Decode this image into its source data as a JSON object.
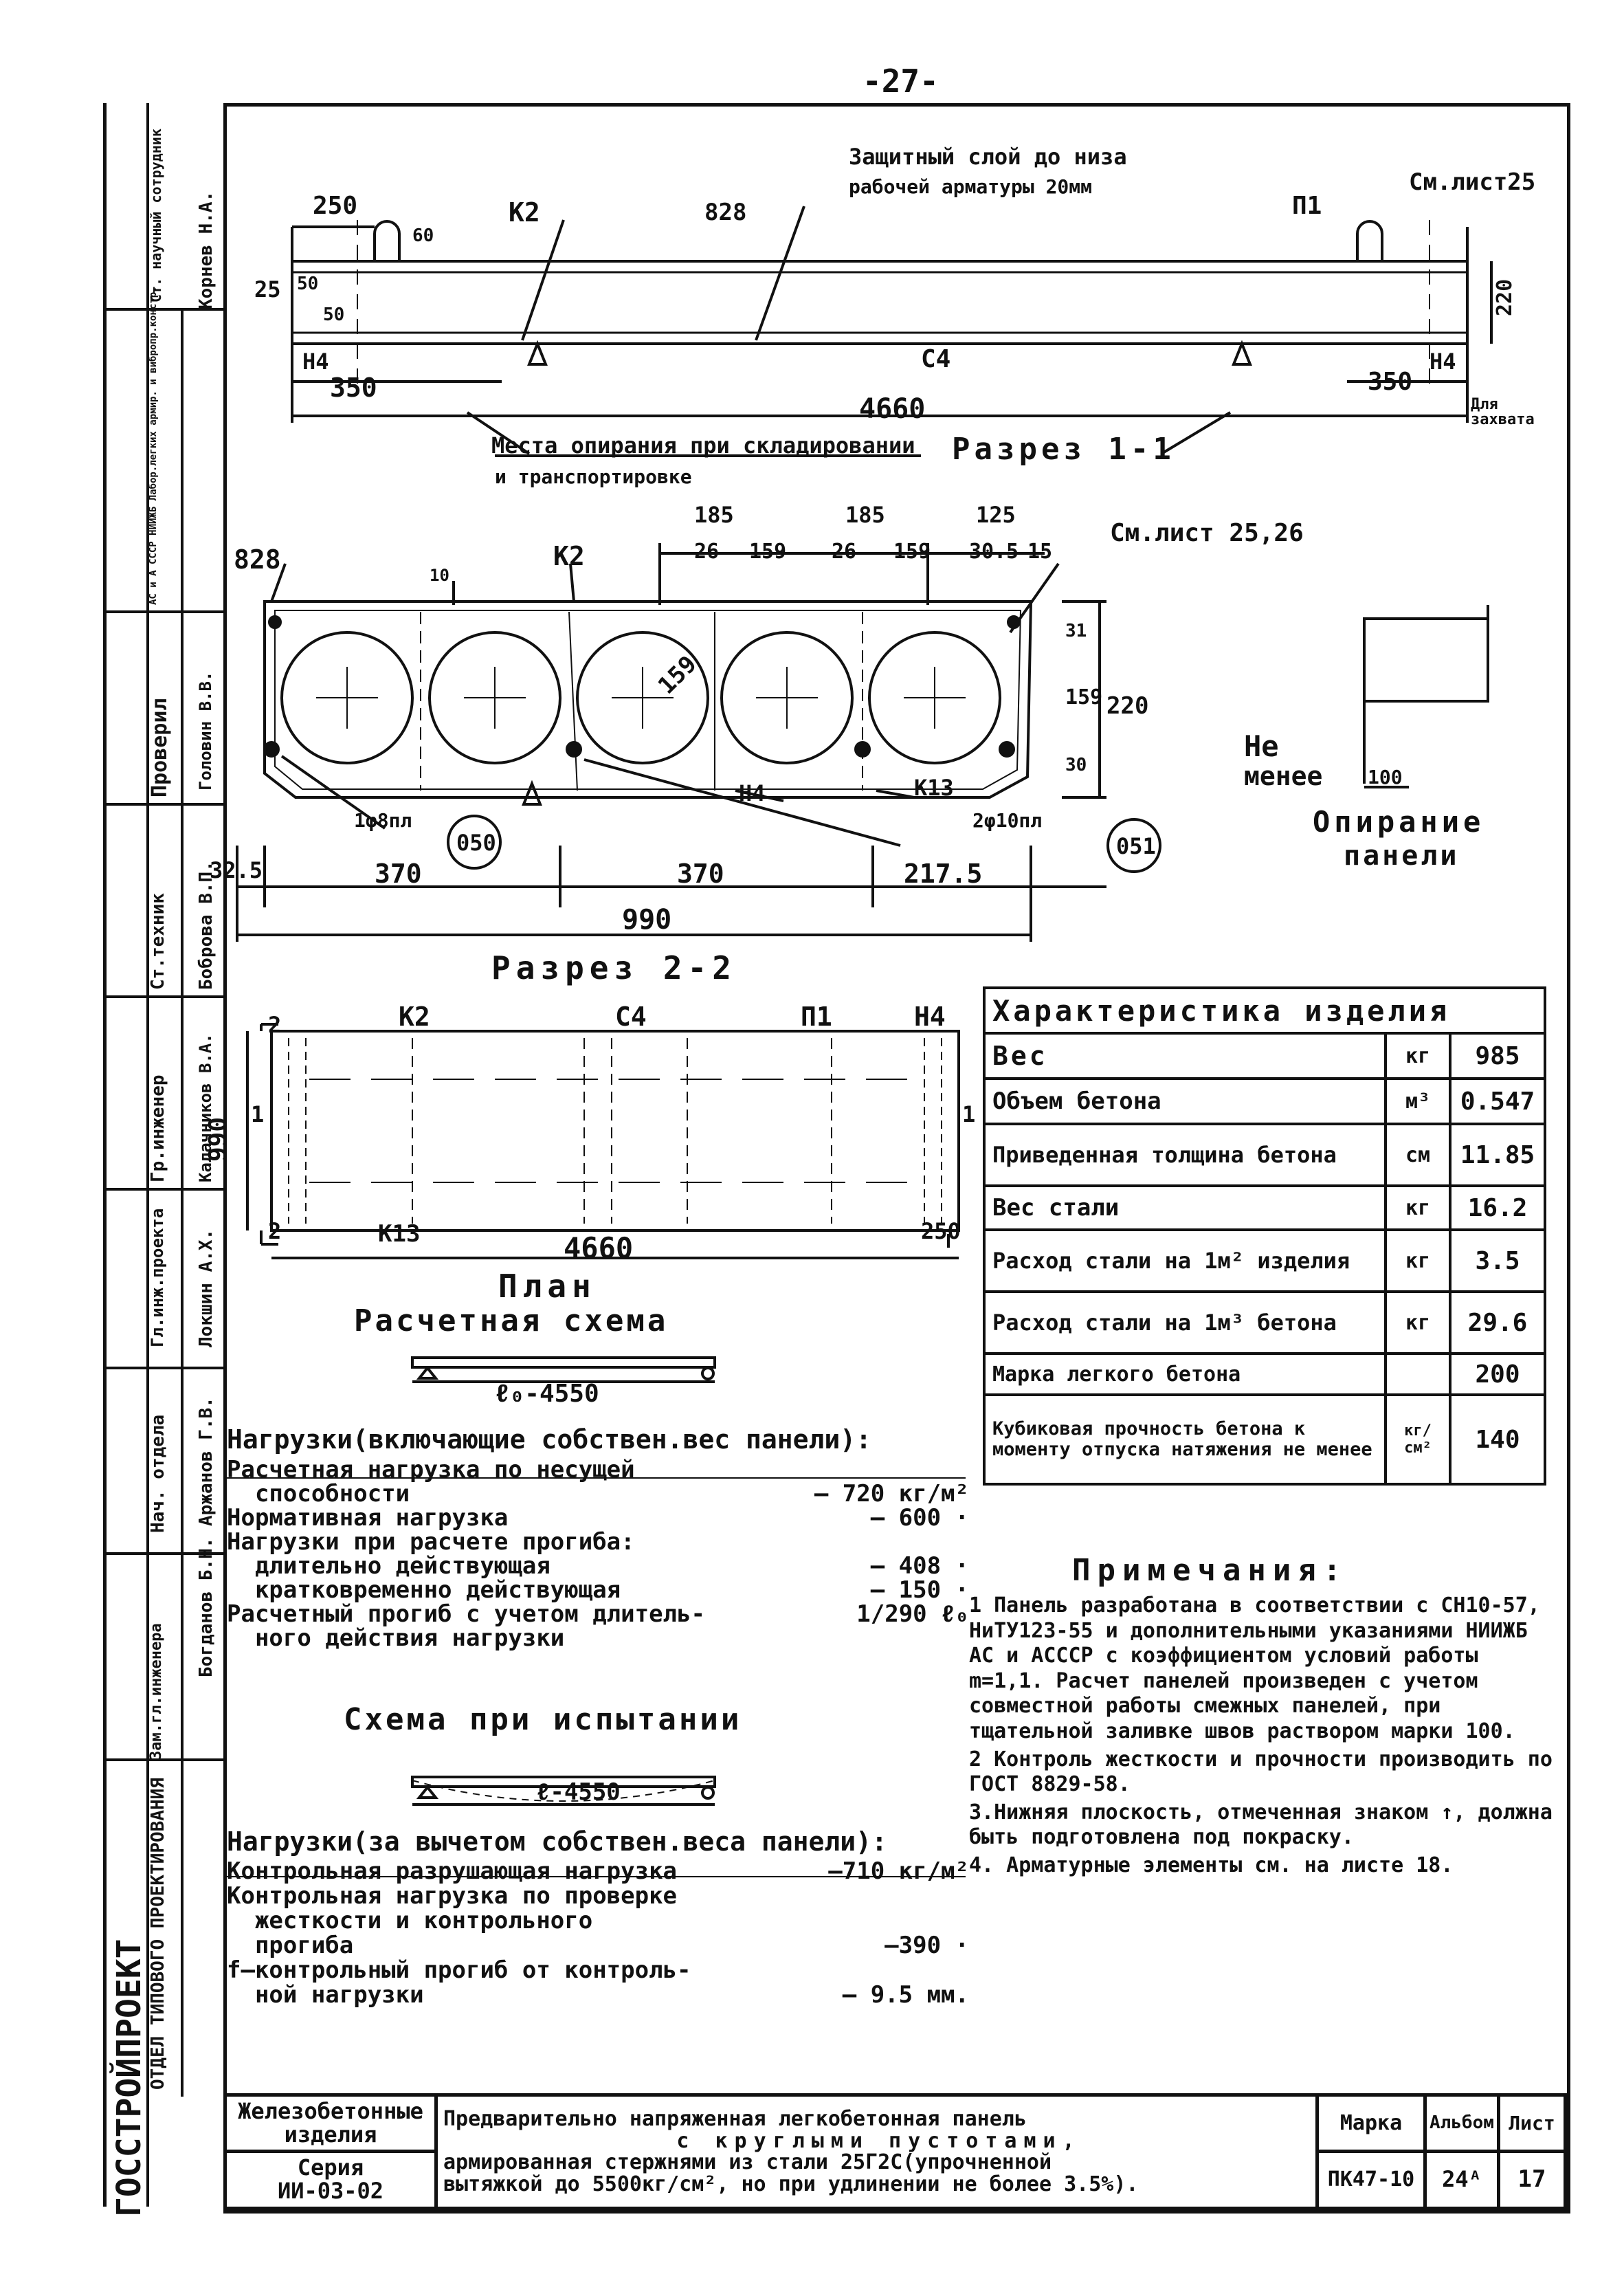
{
  "page_number": "-27-",
  "stamp": {
    "org": "ГОССТРОЙПРОЕКТ",
    "dept": "ОТДЕЛ ТИПОВОГО ПРОЕКТИРОВАНИЯ",
    "roles": [
      "Зам.гл.инженера",
      "Нач. отдела",
      "Гл.инж.проекта",
      "Гр.инженер",
      "Ст.техник",
      "Проверил",
      "АС и А СССР НИИЖБ Лабор.легких армир. и вибропр.констр.",
      "Ст. научный сотрудник"
    ],
    "names": [
      "Богданов Б.Н.",
      "Аржанов Г.В.",
      "Локшин А.Х.",
      "Калачников В.А.",
      "Боброва В.П.",
      "Головин В.В.",
      "",
      "Корнев Н.А."
    ]
  },
  "top": {
    "note_protective": [
      "Защитный слой до низа",
      "рабочей арматуры 20мм"
    ],
    "see_sheet": "См.лист25",
    "dims": [
      "250",
      "60",
      "25",
      "50",
      "50",
      "К2",
      "828",
      "П1",
      "220",
      "Н4",
      "350",
      "С4",
      "4660",
      "Для захвата"
    ],
    "support_note": [
      "Места опирания при складировании",
      "и транспортировке"
    ],
    "section_title": "Разрез 1-1"
  },
  "section": {
    "top_dims": [
      "185",
      "185",
      "125",
      "26",
      "159",
      "26",
      "159",
      "30.5",
      "15"
    ],
    "see_sheet": "См.лист 25,26",
    "labels": [
      "828",
      "К2",
      "10",
      "159",
      "31",
      "159",
      "30",
      "220",
      "Н4",
      "К13",
      "1φ8пл",
      "050",
      "2φ10пл",
      "051"
    ],
    "bottom_dims": [
      "32.5",
      "370",
      "370",
      "217.5",
      "990"
    ],
    "title": "Разрез 2-2"
  },
  "support": {
    "text1": "Не",
    "text2": "менее",
    "dim": "100",
    "title1": "Опирание",
    "title2": "панели"
  },
  "plan": {
    "labels": [
      "2",
      "К2",
      "С4",
      "П1",
      "Н4",
      "1",
      "1",
      "990",
      "2",
      "К13",
      "4660",
      "250"
    ],
    "title": "План"
  },
  "calc": {
    "title": "Расчетная схема",
    "span": "ℓ₀-4550",
    "loads_title": "Нагрузки(включающие собствен.вес панели):",
    "lines": [
      {
        "t": "Расчетная нагрузка по несущей",
        "v": ""
      },
      {
        "t": "  способности",
        "v": "— 720 кг/м²"
      },
      {
        "t": "Нормативная нагрузка",
        "v": "— 600 ·"
      },
      {
        "t": "Нагрузки при расчете прогиба:",
        "v": ""
      },
      {
        "t": "  длительно действующая",
        "v": "— 408 ·"
      },
      {
        "t": "  кратковременно действующая",
        "v": "— 150 ·"
      },
      {
        "t": "Расчетный прогиб с учетом длитель-",
        "v": "1/290 ℓ₀"
      },
      {
        "t": "  ного действия нагрузки",
        "v": ""
      }
    ]
  },
  "test": {
    "title": "Схема при испытании",
    "span": "ℓ-4550",
    "loads_title": "Нагрузки(за вычетом собствен.веса панели):",
    "lines": [
      {
        "t": "Контрольная разрушающая нагрузка",
        "v": "—710 кг/м²"
      },
      {
        "t": "Контрольная нагрузка по проверке",
        "v": ""
      },
      {
        "t": "  жесткости и контрольного",
        "v": ""
      },
      {
        "t": "  прогиба",
        "v": "—390 ·"
      },
      {
        "t": "f—контрольный прогиб от контроль-",
        "v": ""
      },
      {
        "t": "  ной нагрузки",
        "v": "— 9.5 мм."
      }
    ]
  },
  "characteristics": {
    "title": "Характеристика изделия",
    "rows": [
      {
        "name": "Вес",
        "unit": "кг",
        "value": "985"
      },
      {
        "name": "Объем бетона",
        "unit": "м³",
        "value": "0.547"
      },
      {
        "name": "Приведенная толщина бетона",
        "unit": "см",
        "value": "11.85"
      },
      {
        "name": "Вес стали",
        "unit": "кг",
        "value": "16.2"
      },
      {
        "name": "Расход стали на 1м² изделия",
        "unit": "кг",
        "value": "3.5"
      },
      {
        "name": "Расход стали на 1м³ бетона",
        "unit": "кг",
        "value": "29.6"
      },
      {
        "name": "Марка легкого бетона",
        "unit": "",
        "value": "200"
      },
      {
        "name": "Кубиковая прочность бетона к моменту отпуска натяжения не менее",
        "unit": "кг/см²",
        "value": "140"
      }
    ]
  },
  "notes": {
    "title": "Примечания:",
    "items": [
      "1 Панель разработана в соответствии с СН10-57, НиТУ123-55 и дополнительными указаниями НИИЖБ АС и АСССР с коэффициентом условий работы m=1,1. Расчет панелей произведен с учетом совместной работы смежных панелей, при тщательной заливке швов раствором марки 100.",
      "2 Контроль жесткости и прочности производить по ГОСТ 8829-58.",
      "3.Нижняя плоскость, отмеченная знаком ↑, должна быть подготовлена под покраску.",
      "4. Арматурные элементы см. на листе 18."
    ]
  },
  "titleblock": {
    "category": "Железобетонные изделия",
    "series_label": "Серия",
    "series": "ИИ-03-02",
    "description": [
      "Предварительно напряженная легкобетонная панель",
      "с круглыми пустотами,",
      "армированная стержнями из стали 25Г2С(упрочненной",
      "вытяжкой до 5500кг/см², но при удлинении не более 3.5%)."
    ],
    "mark_h": "Марка",
    "album_h": "Альбом",
    "sheet_h": "Лист",
    "mark": "ПК47-10",
    "album": "24ᴬ",
    "sheet": "17"
  }
}
